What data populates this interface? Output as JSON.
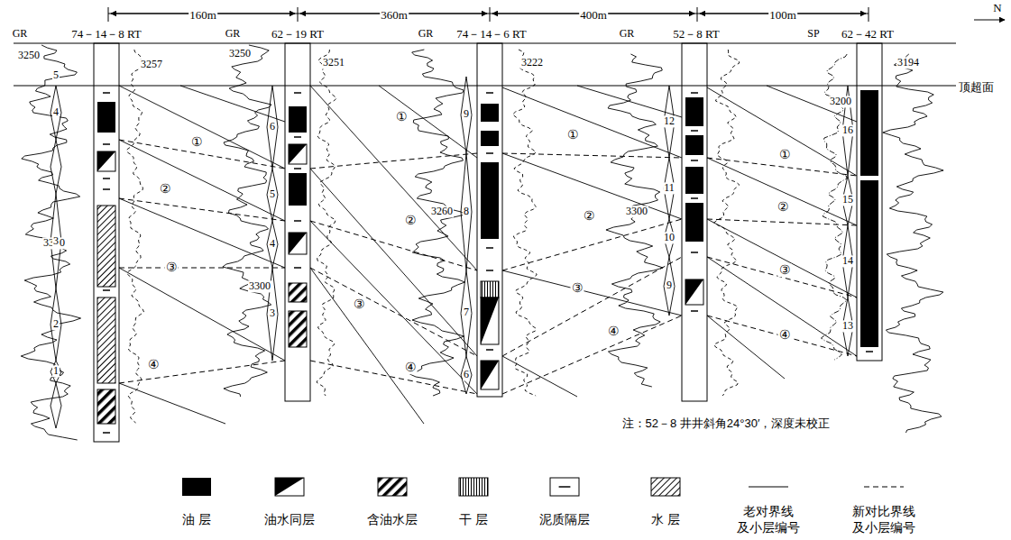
{
  "diagram": {
    "labels": [
      "160m",
      "360m",
      "400m",
      "100m",
      "N",
      "GR",
      "74－14－8 RT",
      "GR",
      "62－19 RT",
      "GR",
      "74－14－6 RT",
      "GR",
      "52－8 RT",
      "SP",
      "62－42 RT",
      "3250",
      "3257",
      "3250",
      "3251",
      "3222",
      "3194",
      "顶超面",
      "3200",
      "3300",
      "3300",
      "3260",
      "3300",
      "5",
      "4",
      "3",
      "2",
      "1",
      "6",
      "5",
      "4",
      "3",
      "9",
      "8",
      "7",
      "6",
      "12",
      "11",
      "10",
      "9",
      "16",
      "15",
      "14",
      "13",
      "①",
      "②",
      "③",
      "④",
      "①",
      "②",
      "③",
      "④",
      "①",
      "②",
      "③",
      "④",
      "①",
      "②",
      "③",
      "④",
      "注：52－8 井井斜角24°30′，深度未校正"
    ],
    "legend": [
      {
        "text": "油 层",
        "color": "#000000"
      },
      {
        "text": "油水同层"
      },
      {
        "text": "含油水层"
      },
      {
        "text": "干 层"
      },
      {
        "text": "泥质隔层"
      },
      {
        "text": "水 层"
      },
      {
        "text": "老对界线 及小层编号"
      },
      {
        "text": "新对比界线 及小层编号"
      }
    ]
  }
}
